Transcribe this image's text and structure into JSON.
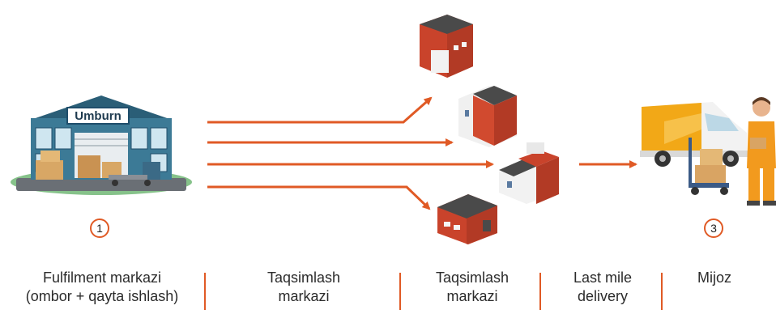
{
  "warehouse": {
    "sign_text": "Umburn"
  },
  "steps": {
    "step1": "1",
    "step3": "3"
  },
  "stages": [
    {
      "line1": "Fulfilment markazi",
      "line2": "(ombor + qayta ishlash)"
    },
    {
      "line1": "Taqsimlash",
      "line2": "markazi"
    },
    {
      "line1": "Taqsimlash",
      "line2": "markazi"
    },
    {
      "line1": "Last mile",
      "line2": "delivery"
    },
    {
      "line1": "Mijoz",
      "line2": ""
    }
  ],
  "colors": {
    "accent": "#e05a25",
    "warehouse": "#2e6a86",
    "building": "#c9432b"
  },
  "icons": [
    "warehouse-icon",
    "hub-building-icon",
    "delivery-van-icon",
    "courier-person-icon"
  ]
}
